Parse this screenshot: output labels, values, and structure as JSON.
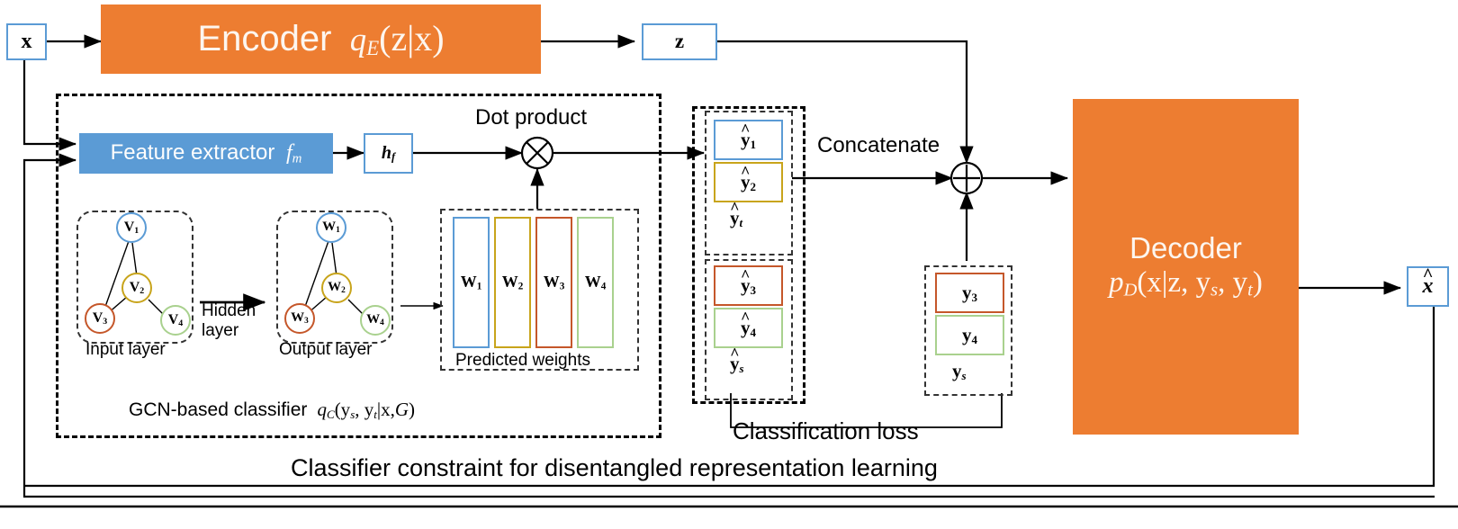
{
  "figure": {
    "colors": {
      "orange": "#ED7D31",
      "blue": "#5B9BD5",
      "node_blue": "#5B9BD5",
      "node_gold": "#C8A41B",
      "node_rust": "#C5572A",
      "node_green": "#A9D18E",
      "line": "#000000"
    },
    "left_input": {
      "label": "x"
    },
    "encoder": {
      "name": "Encoder",
      "dist": "q",
      "dist_sub": "E",
      "args": "(z|x)"
    },
    "latent": {
      "label": "z"
    },
    "feature_extractor": {
      "name": "Feature extractor",
      "fn": "f",
      "fn_sub": "m"
    },
    "hidden_feature": {
      "label": "h",
      "sub": "f"
    },
    "dot_product": {
      "label": "Dot product",
      "op_icon": "circle-times-icon"
    },
    "graph": {
      "input_layer_caption": "Input layer",
      "output_layer_caption": "Output layer",
      "hidden_label_line1": "Hidden",
      "hidden_label_line2": "layer",
      "input_nodes": [
        {
          "label": "V",
          "sub": "1",
          "color": "#5B9BD5"
        },
        {
          "label": "V",
          "sub": "2",
          "color": "#C8A41B"
        },
        {
          "label": "V",
          "sub": "3",
          "color": "#C5572A"
        },
        {
          "label": "V",
          "sub": "4",
          "color": "#A9D18E"
        }
      ],
      "output_nodes": [
        {
          "label": "W",
          "sub": "1",
          "color": "#5B9BD5"
        },
        {
          "label": "W",
          "sub": "2",
          "color": "#C8A41B"
        },
        {
          "label": "W",
          "sub": "3",
          "color": "#C5572A"
        },
        {
          "label": "W",
          "sub": "4",
          "color": "#A9D18E"
        }
      ]
    },
    "predicted_weights": {
      "caption": "Predicted weights",
      "bars": [
        {
          "label": "W",
          "sub": "1",
          "color": "#5B9BD5"
        },
        {
          "label": "W",
          "sub": "2",
          "color": "#C8A41B"
        },
        {
          "label": "W",
          "sub": "3",
          "color": "#C5572A"
        },
        {
          "label": "W",
          "sub": "4",
          "color": "#A9D18E"
        }
      ]
    },
    "classifier_caption": {
      "text": "GCN-based classifier",
      "fn": "q",
      "fn_sub": "C",
      "args_a": "(y",
      "args_a_sub": "s",
      "args_b": ", y",
      "args_b_sub": "t",
      "args_c": "|x,",
      "graph_sym": "G",
      "args_d": ")"
    },
    "predictions": {
      "yt_caption": "y",
      "yt_caption_sub": "t",
      "ys_caption": "y",
      "ys_caption_sub": "s",
      "yt_boxes": [
        {
          "label": "y",
          "sub": "1",
          "color": "#5B9BD5"
        },
        {
          "label": "y",
          "sub": "2",
          "color": "#C8A41B"
        }
      ],
      "ys_boxes": [
        {
          "label": "y",
          "sub": "3",
          "color": "#C5572A"
        },
        {
          "label": "y",
          "sub": "4",
          "color": "#A9D18E"
        }
      ]
    },
    "ground_truth": {
      "caption": "y",
      "caption_sub": "s",
      "boxes": [
        {
          "label": "y",
          "sub": "3",
          "color": "#C5572A"
        },
        {
          "label": "y",
          "sub": "4",
          "color": "#A9D18E"
        }
      ]
    },
    "concatenate": {
      "label": "Concatenate",
      "op_icon": "circle-plus-icon"
    },
    "classification_loss": {
      "label": "Classification loss"
    },
    "decoder": {
      "name": "Decoder",
      "dist": "p",
      "dist_sub": "D",
      "args_a": "(x|z, y",
      "args_a_sub": "s",
      "args_b": ", y",
      "args_b_sub": "t",
      "args_c": ")"
    },
    "reconstruction": {
      "label": "x"
    },
    "outer_caption": "Classifier constraint for disentangled representation learning"
  }
}
